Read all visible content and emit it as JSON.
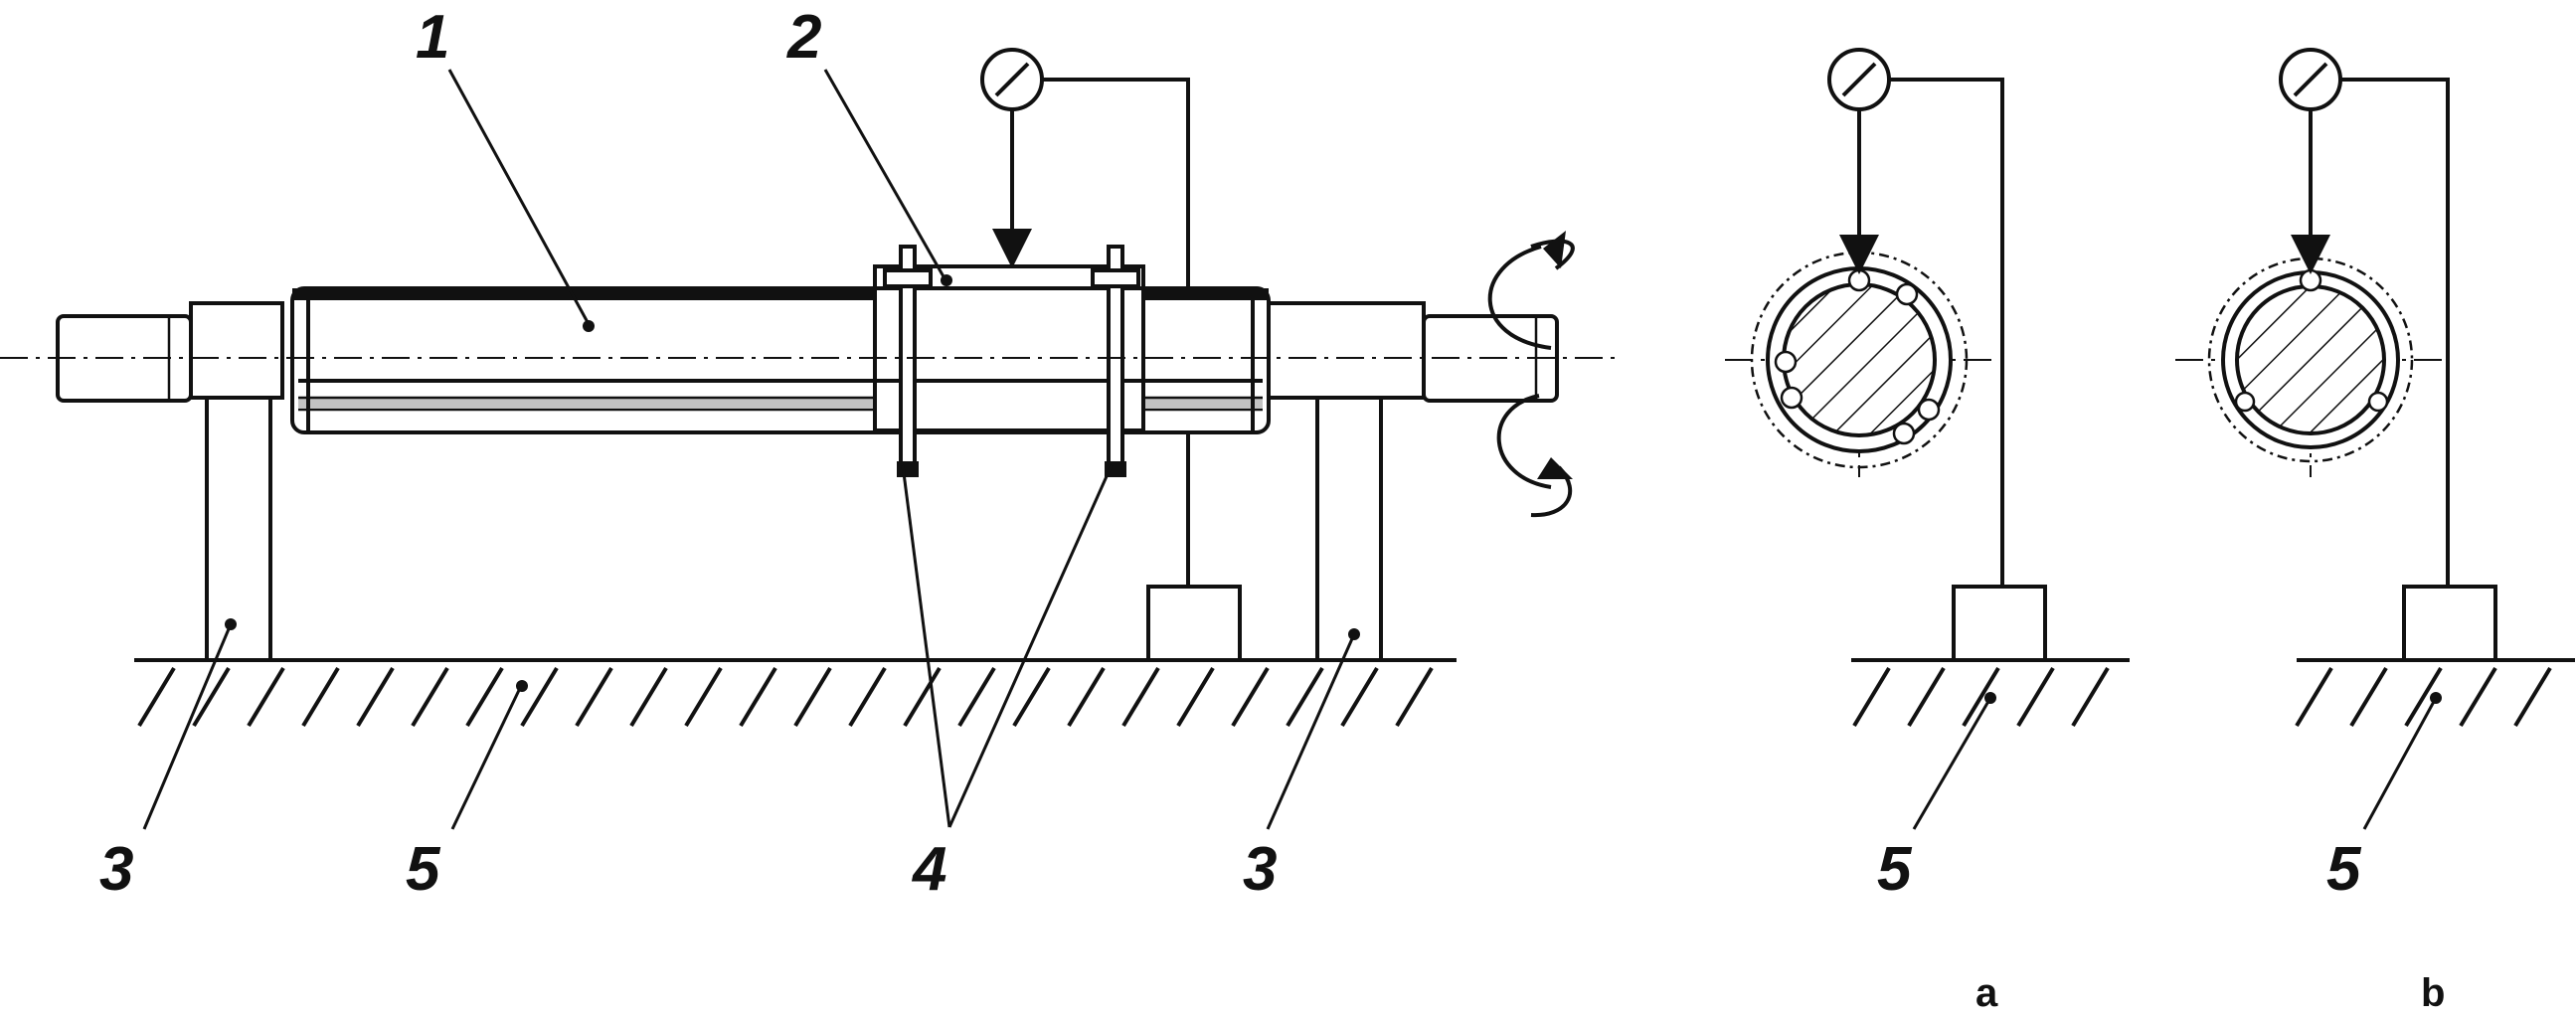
{
  "callouts": {
    "rotor": "1",
    "ring": "2",
    "support_left": "3",
    "base_main": "5",
    "clamps": "4",
    "support_right": "3",
    "base_a": "5",
    "base_b": "5"
  },
  "view_labels": {
    "a": "a",
    "b": "b"
  }
}
